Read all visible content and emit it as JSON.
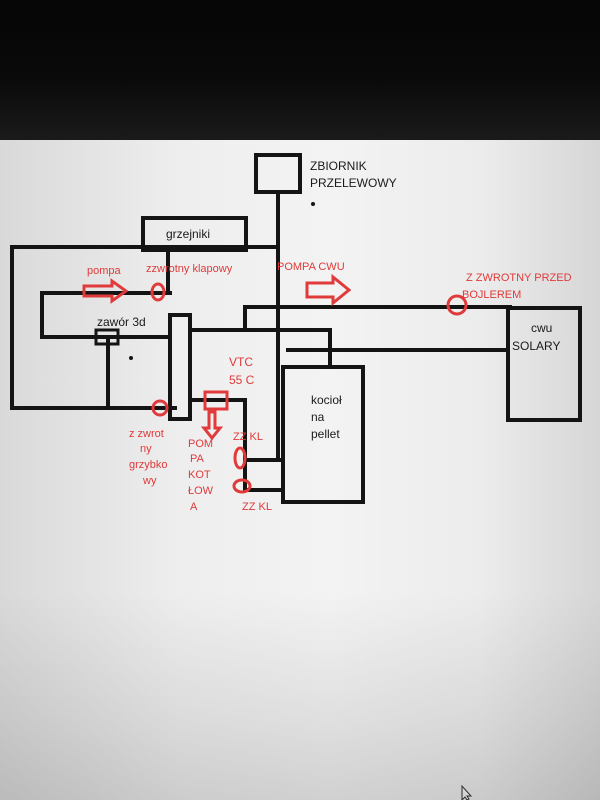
{
  "colors": {
    "pipe": "#141414",
    "annotation": "#e03a3a",
    "canvas": "#f0f0f0",
    "bezel": "#0d0d0d"
  },
  "labels": {
    "tank_line1": "ZBIORNIK",
    "tank_line2": "PRZELEWOWY",
    "radiators": "grzejniki",
    "valve_3d": "zawór 3d",
    "vtc_line1": "VTC",
    "vtc_line2": "55 C",
    "boiler_line1": "kocioł",
    "boiler_line2": "na",
    "boiler_line3": "pellet",
    "cwu_line1": "cwu",
    "cwu_line2": "SOLARY"
  },
  "annotations": {
    "pompa": "pompa",
    "check_valve_flap": "zzwrotny klapowy",
    "pompa_cwu": "POMPA CWU",
    "check_before_boiler_line1": "Z ZWROTNY PRZED",
    "check_before_boiler_line2": "BOJLEREM",
    "check_mushroom": [
      "z zwrot",
      "ny",
      "grzybko",
      "wy"
    ],
    "boiler_pump": [
      "POM",
      "PA",
      "KOT",
      "ŁOW",
      "A"
    ],
    "zz_kl_top": "ZZ KL",
    "zz_kl_bottom": "ZZ KL"
  },
  "icons": {
    "cursor": "mouse-pointer-icon"
  }
}
